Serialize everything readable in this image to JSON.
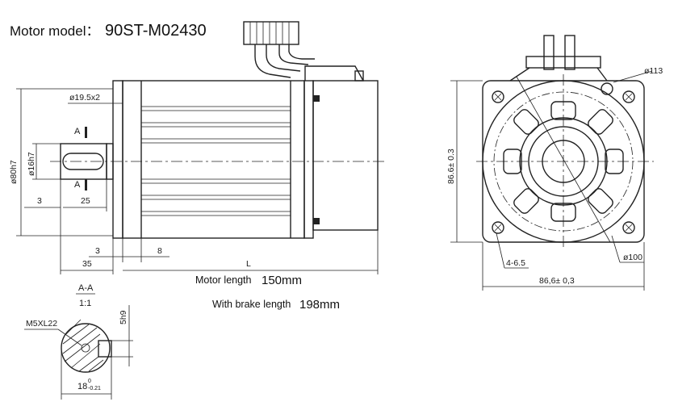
{
  "header": {
    "model_label": "Motor model：",
    "model_value": "90ST-M02430"
  },
  "specs": {
    "motor_length_label": "Motor length",
    "motor_length_value": "150mm",
    "brake_length_label": "With brake length",
    "brake_length_value": "198mm"
  },
  "side_view": {
    "dia_flange": "ø80h7",
    "dia_holes": "ø19.5x2",
    "dia_shaft": "ø16h7",
    "section_mark_top": "A",
    "section_mark_bottom": "A",
    "dim_3_left": "3",
    "dim_25": "25",
    "dim_3_bottom": "3",
    "dim_8": "8",
    "dim_35": "35",
    "dim_L": "L"
  },
  "section_view": {
    "title": "A-A",
    "scale": "1:1",
    "thread": "M5XL22",
    "keyway": "5h9",
    "width": "18",
    "width_tol_upper": "0",
    "width_tol_lower": "-0.21"
  },
  "front_view": {
    "dia_113": "ø113",
    "height_dim": "86.6± 0.3",
    "holes": "4-6.5",
    "dia_100": "ø100",
    "width_dim": "86,6± 0,3"
  }
}
